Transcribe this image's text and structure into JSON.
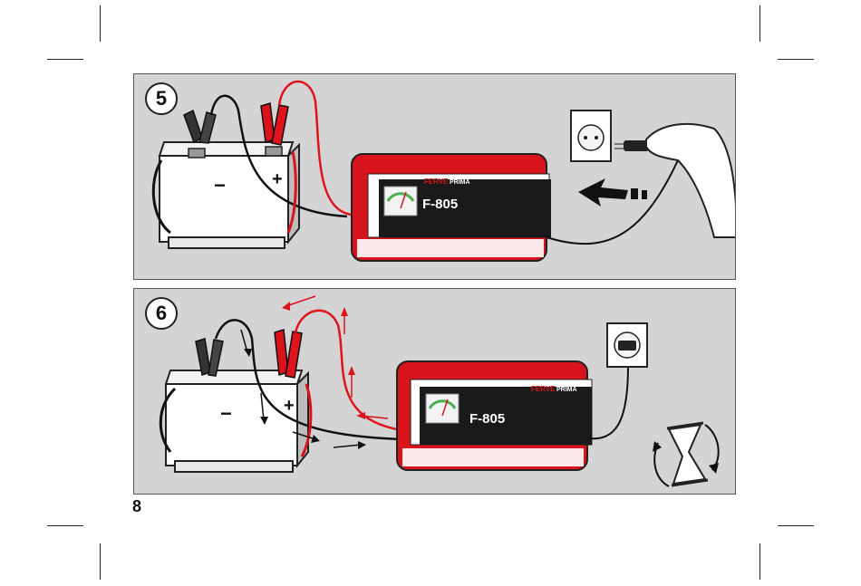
{
  "page": {
    "number": "8"
  },
  "steps": [
    {
      "number": "5",
      "charger": {
        "brand": "FERVE",
        "series": "PRIMA",
        "model": "F-805"
      },
      "battery": {
        "negative_symbol": "−",
        "positive_symbol": "+"
      }
    },
    {
      "number": "6",
      "charger": {
        "brand": "FERVE",
        "series": "PRIMA",
        "model": "F-805"
      },
      "battery": {
        "negative_symbol": "−",
        "positive_symbol": "+"
      }
    }
  ],
  "colors": {
    "panel_bg": "#d4d4d4",
    "charger_red": "#d8131b",
    "cable_red": "#e0141c",
    "cable_black": "#111111"
  },
  "icons": [
    "battery-icon",
    "charger-icon",
    "wall-socket-icon",
    "plug-icon",
    "hand-icon",
    "hourglass-icon",
    "rotate-arrows-icon",
    "current-flow-arrow-icon"
  ]
}
